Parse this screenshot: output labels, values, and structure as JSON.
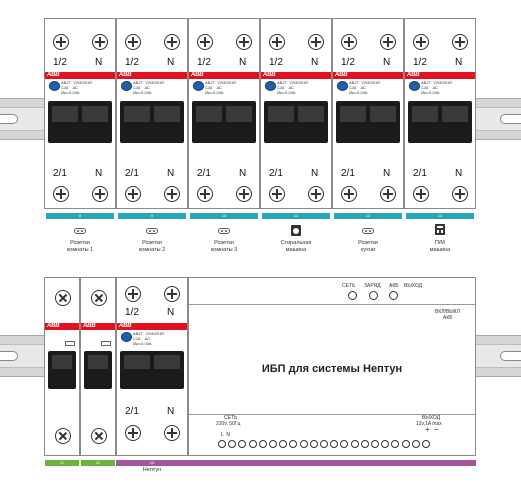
{
  "top_row": {
    "modules": [
      {
        "top_left": "1/2",
        "top_right": "N",
        "bottom_left": "2/1",
        "bottom_right": "N",
        "abb": "ABB",
        "spec_line1": "AB27   DSH201R",
        "spec_line2": "C16    AC",
        "spec_line3": "I∆n=0.03A",
        "strip_num": "8",
        "label_line1": "Розетки",
        "label_line2": "комнаты 1",
        "icon": "socket-icon"
      },
      {
        "top_left": "1/2",
        "top_right": "N",
        "bottom_left": "2/1",
        "bottom_right": "N",
        "abb": "ABB",
        "spec_line1": "AB27   DSH201R",
        "spec_line2": "C16    AC",
        "spec_line3": "I∆n=0.03A",
        "strip_num": "9",
        "label_line1": "Розетки",
        "label_line2": "комнаты 2",
        "icon": "socket-icon"
      },
      {
        "top_left": "1/2",
        "top_right": "N",
        "bottom_left": "2/1",
        "bottom_right": "N",
        "abb": "ABB",
        "spec_line1": "AB27   DSH201R",
        "spec_line2": "C16    AC",
        "spec_line3": "I∆n=0.03A",
        "strip_num": "10",
        "label_line1": "Розетки",
        "label_line2": "комнаты 3",
        "icon": "socket-icon"
      },
      {
        "top_left": "1/2",
        "top_right": "N",
        "bottom_left": "2/1",
        "bottom_right": "N",
        "abb": "ABB",
        "spec_line1": "AB27   DSH201R",
        "spec_line2": "C16    AC",
        "spec_line3": "I∆n=0.03A",
        "strip_num": "11",
        "label_line1": "Стиральная",
        "label_line2": "машина",
        "icon": "washing-machine-icon"
      },
      {
        "top_left": "1/2",
        "top_right": "N",
        "bottom_left": "2/1",
        "bottom_right": "N",
        "abb": "ABB",
        "spec_line1": "AB27   DSH201R",
        "spec_line2": "C16    AC",
        "spec_line3": "I∆n=0.03A",
        "strip_num": "12",
        "label_line1": "Розетки",
        "label_line2": "кухни",
        "icon": "socket-icon"
      },
      {
        "top_left": "1/2",
        "top_right": "N",
        "bottom_left": "2/1",
        "bottom_right": "N",
        "abb": "ABB",
        "spec_line1": "AB27   DSH201R",
        "spec_line2": "C16    AC",
        "spec_line3": "I∆n=0.03A",
        "strip_num": "13",
        "label_line1": "П/М",
        "label_line2": "машина",
        "icon": "dishwasher-icon"
      }
    ],
    "strip_color": "#27a6b8"
  },
  "bottom_row": {
    "single_breakers": [
      {
        "strip_num": "11",
        "abb": "ABB"
      },
      {
        "strip_num": "12",
        "abb": "ABB"
      }
    ],
    "rcbo": {
      "top_left": "1/2",
      "top_right": "N",
      "bottom_left": "2/1",
      "bottom_right": "N",
      "abb": "ABB",
      "spec_line1": "AB27   DSH201R",
      "spec_line2": "C16    AC",
      "spec_line3": "I∆n=0.03A",
      "strip_num": "13",
      "label": "Нептун"
    },
    "ups": {
      "title": "ИБП для системы Нептун",
      "led_labels": {
        "net": "СЕТЬ",
        "charge": "ЗАРЯД",
        "battery": "АКБ",
        "output": "ВЫХОД"
      },
      "switch_line1": "ВКЛ/ВЫКЛ",
      "switch_line2": "АКБ",
      "input_line1": "СЕТЬ",
      "input_line2": "220v, 50Гц",
      "input_pins": "L  N",
      "output_line1": "ВЫХОД",
      "output_line2": "12v,1A max",
      "plus": "+",
      "minus": "−"
    },
    "green_strip_color": "#6cb33f",
    "purple_strip_color": "#a4579e"
  }
}
